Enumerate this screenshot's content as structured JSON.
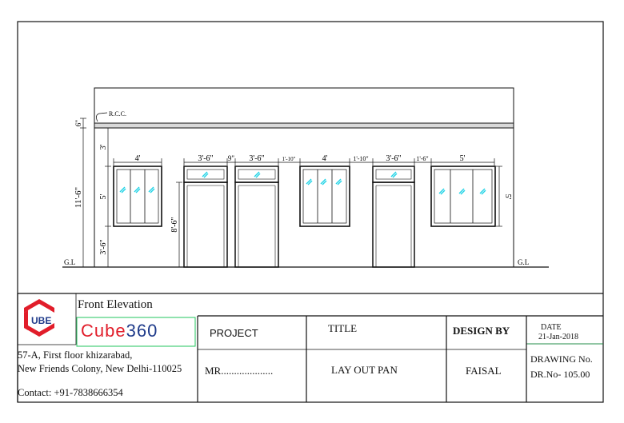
{
  "drawing": {
    "rcc_label": "R.C.C.",
    "ground_left": "G.L",
    "ground_right": "G.L",
    "dims_top": [
      "4'",
      "3'-6\"",
      "9\"",
      "3'-6\"",
      "1'-10\"",
      "4'",
      "1'-10\"",
      "3'-6\"",
      "1'-6\"",
      "5'"
    ],
    "dims_left": [
      "6\"",
      "3'",
      "5'",
      "3'-6\""
    ],
    "dim_total_height": "11'-6\"",
    "dim_door_height": "8'-6\"",
    "dim_right_window": "5'"
  },
  "title_block": {
    "heading": "Front Elevation",
    "brand_name": "Cube",
    "brand_number": "360",
    "logo_letters": "UBE",
    "address_line1": "57-A, First floor khizarabad,",
    "address_line2": "New Friends Colony, New Delhi-110025",
    "contact": "Contact: +91-7838666354",
    "project_label": "PROJECT",
    "project_value": "MR....................",
    "title_label": "TITLE",
    "title_value": "LAY OUT PAN",
    "design_label": "DESIGN BY",
    "design_value": "FAISAL",
    "date_label": "DATE",
    "date_value": "21-Jan-2018",
    "drawing_no_label": "DRAWING No.",
    "drawing_no_value": "DR.No- 105.00"
  },
  "colors": {
    "line": "#111111",
    "glass": "#22d3e6",
    "brand_red": "#e11d2a",
    "brand_blue": "#1e3a8a",
    "brand_box": "#22c55e"
  }
}
